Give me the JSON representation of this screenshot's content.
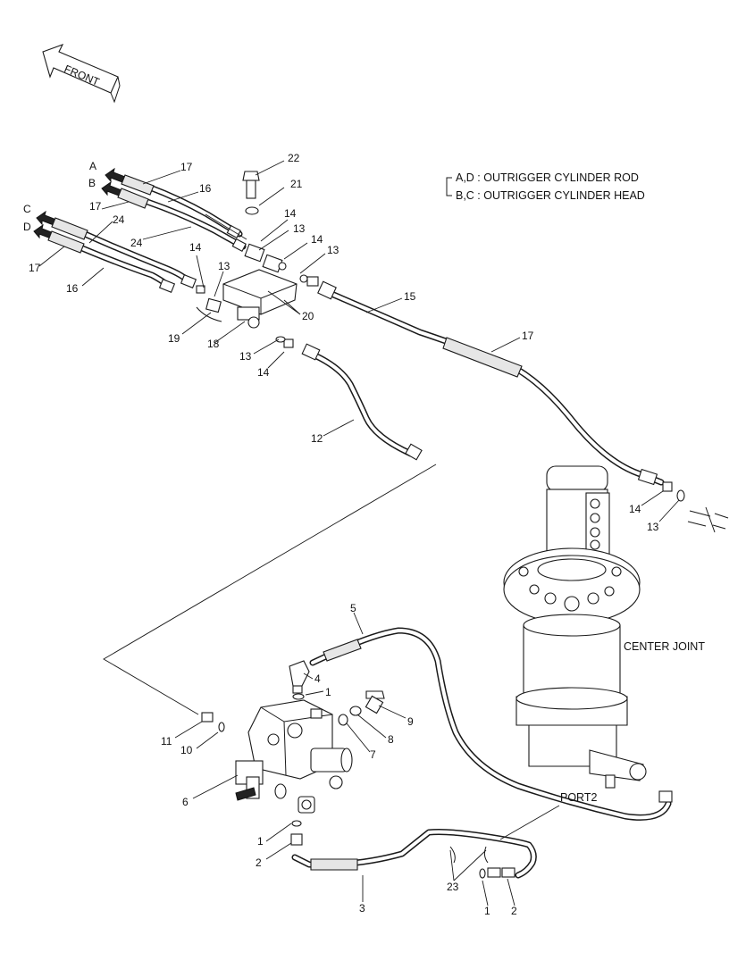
{
  "front_arrow": {
    "label": "FRONT"
  },
  "legend": {
    "line1": "A,D : OUTRIGGER CYLINDER ROD",
    "line2": "B,C : OUTRIGGER CYLINDER HEAD"
  },
  "port_letters": {
    "a": "A",
    "b": "B",
    "c": "C",
    "d": "D"
  },
  "component_labels": {
    "center_joint": "CENTER JOINT",
    "port2": "PORT2"
  },
  "callouts": {
    "c17a": "17",
    "c22": "22",
    "c16a": "16",
    "c21": "21",
    "c17b": "17",
    "c24a": "24",
    "c14a": "14",
    "c24b": "24",
    "c13a": "13",
    "c14b": "14",
    "c14c": "14",
    "c13b": "13",
    "c13c": "13",
    "c17c": "17",
    "c16b": "16",
    "c15": "15",
    "c20": "20",
    "c19": "19",
    "c18": "18",
    "c13d": "13",
    "c14d": "14",
    "c17d": "17",
    "c12": "12",
    "c14e": "14",
    "c13e": "13",
    "c5": "5",
    "c4": "4",
    "c1a": "1",
    "c9": "9",
    "c8": "8",
    "c7": "7",
    "c11": "11",
    "c10": "10",
    "c6": "6",
    "c1b": "1",
    "c2a": "2",
    "c23": "23",
    "c3": "3",
    "c1c": "1",
    "c2b": "2"
  }
}
